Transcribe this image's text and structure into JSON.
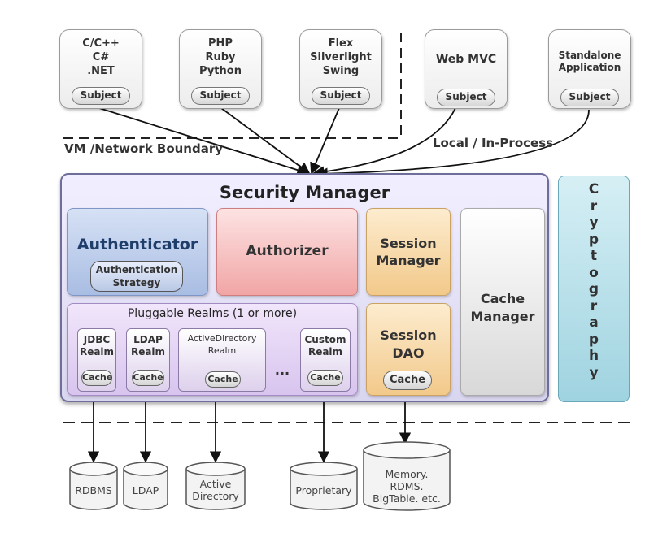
{
  "clients": [
    {
      "label": "C/C++\nC#\n.NET",
      "subject": "Subject"
    },
    {
      "label": "PHP\nRuby\nPython",
      "subject": "Subject"
    },
    {
      "label": "Flex\nSilverlight\nSwing",
      "subject": "Subject"
    },
    {
      "label": "Web MVC",
      "subject": "Subject"
    },
    {
      "label": "Standalone\nApplication",
      "subject": "Subject"
    }
  ],
  "boundaries": {
    "vm_network": "VM /Network Boundary",
    "local": "Local / In-Process"
  },
  "security_manager": {
    "title": "Security Manager",
    "authenticator": {
      "label": "Authenticator",
      "strategy": "Authentication\nStrategy"
    },
    "authorizer": "Authorizer",
    "session_manager": "Session\nManager",
    "cache_manager": "Cache\nManager",
    "realms": {
      "title": "Pluggable Realms (1 or more)",
      "items": [
        {
          "label": "JDBC\nRealm",
          "cache": "Cache"
        },
        {
          "label": "LDAP\nRealm",
          "cache": "Cache"
        },
        {
          "label": "ActiveDirectory\nRealm",
          "cache": "Cache"
        },
        {
          "label": "Custom\nRealm",
          "cache": "Cache"
        }
      ],
      "ellipsis": "..."
    },
    "session_dao": {
      "label": "Session\nDAO",
      "cache": "Cache"
    }
  },
  "cryptography": "Cryptography",
  "datastores": [
    {
      "label": "RDBMS"
    },
    {
      "label": "LDAP"
    },
    {
      "label": "Active\nDirectory"
    },
    {
      "label": "Proprietary"
    },
    {
      "label": "Memory.\nRDMS.\nBigTable. etc."
    }
  ]
}
